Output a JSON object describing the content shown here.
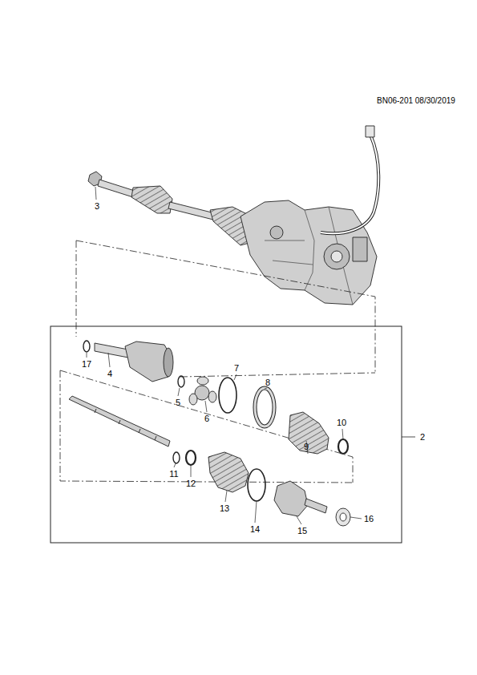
{
  "diagram": {
    "labels": [
      "BN06-201 08/30/2019",
      "3",
      "17",
      "4",
      "5",
      "6",
      "7",
      "8",
      "9",
      "10",
      "2",
      "11",
      "12",
      "13",
      "14",
      "15",
      "16"
    ]
  }
}
